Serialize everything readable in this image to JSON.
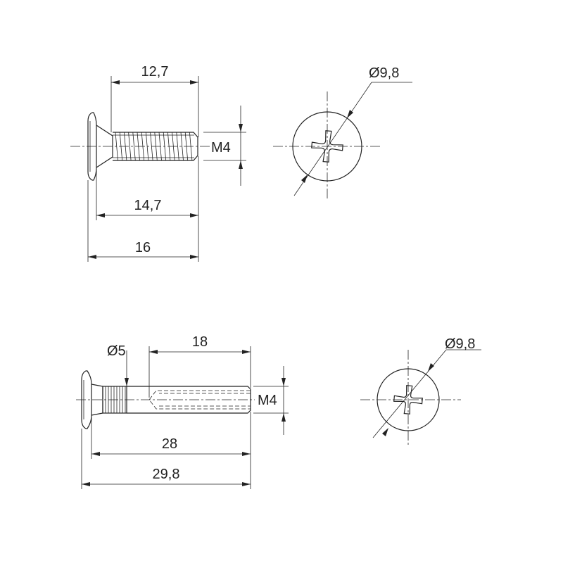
{
  "screw_top": {
    "dim_thread_length": "12,7",
    "dim_under_head": "14,7",
    "dim_total": "16",
    "thread_label": "M4"
  },
  "screw_top_head": {
    "dim_diameter": "Ø9,8"
  },
  "sleeve_bottom": {
    "dim_knurl_diameter": "Ø5",
    "dim_thread_depth": "18",
    "dim_under_head": "28",
    "dim_total": "29,8",
    "thread_label": "M4"
  },
  "sleeve_bottom_head": {
    "dim_diameter": "Ø9,8"
  },
  "colors": {
    "line": "#222222",
    "background": "#ffffff"
  }
}
